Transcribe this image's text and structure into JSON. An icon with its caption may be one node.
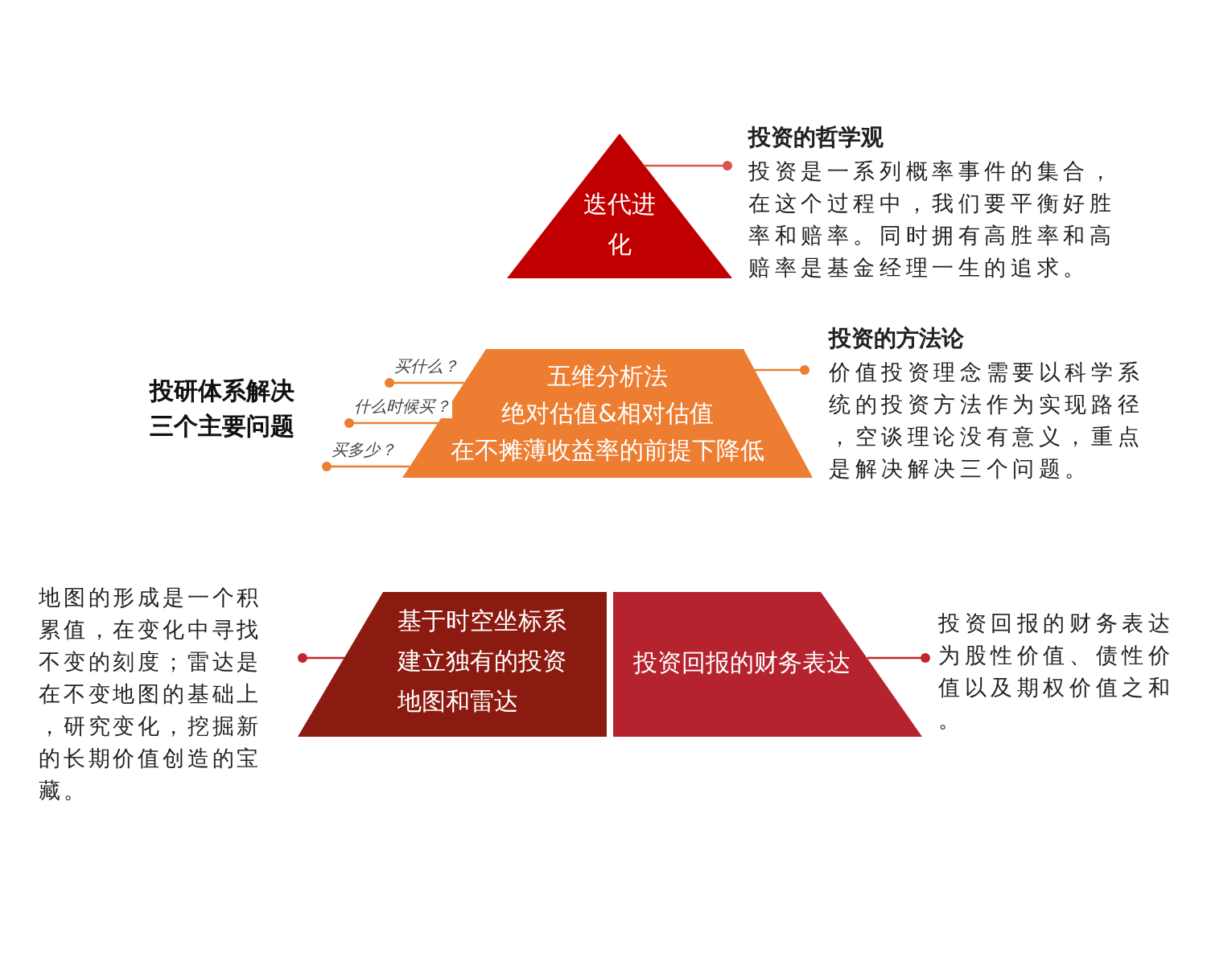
{
  "diagram": {
    "nodes": [
      {
        "text": [
          "迭代进化"
        ]
      },
      {
        "text": [
          "投资的哲学观",
          "投资是一系列概率事件的集合，在这个过程中，我们要平衡好胜率和赔率。同时拥有高胜率和高赔率是基金经理一生的追求。"
        ]
      },
      {
        "text": [
          "五维分析法",
          "绝对估值&相对估值",
          "在不摊薄收益率的前提下降低"
        ]
      },
      {
        "text": [
          "投资的方法论",
          "价值投资理念需要以科学系统的投资方法作为实现路径，空谈理论没有意义，重点是解决解决三个问题。"
        ]
      },
      {
        "text": [
          "基于时空坐标系建立独有的投资地图和雷达"
        ]
      },
      {
        "text": [
          "投资回报的财务表达"
        ]
      },
      {
        "text": [
          "地图的形成是一个积累值，在变化中寻找不变的刻度；雷达是在不变地图的基础上，研究变化，挖掘新的长期价值创造的宝藏。"
        ]
      },
      {
        "text": [
          "投资回报的财务表达为股性价值、债性价值以及期权价值之和。"
        ]
      }
    ],
    "edges": [
      {
        "from": 0,
        "to": 1,
        "arrow": "other",
        "color": "#d9534f"
      },
      {
        "from": 2,
        "to": 3,
        "arrow": "other"
      },
      {
        "from": 2,
        "to": null,
        "arrow": "other",
        "label": "买什么？"
      },
      {
        "from": 2,
        "to": null,
        "arrow": "other",
        "label": "什么时候买？"
      },
      {
        "from": 2,
        "to": null,
        "arrow": "other",
        "label": "买多少？"
      },
      {
        "from": 4,
        "to": 6,
        "arrow": "other",
        "color": "#c0262d"
      },
      {
        "from": 5,
        "to": 7,
        "arrow": "other",
        "color": "#c0262d"
      }
    ],
    "labels": [
      "投研体系解决三个主要问题"
    ]
  }
}
